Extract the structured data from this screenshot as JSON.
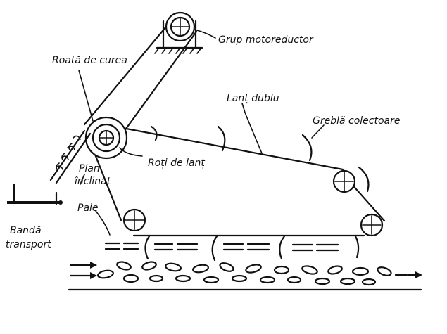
{
  "labels": {
    "motor_group": "Grup motoreductor",
    "belt_wheel": "Roată de curea",
    "double_chain": "Lanț dublu",
    "collector_rake": "Greblă colectoare",
    "chain_wheels": "Roți de lanț",
    "inclined_plane_1": "Plan",
    "inclined_plane_2": "înclinat",
    "straw": "Paie",
    "conveyor_1": "Bandă",
    "conveyor_2": "transport"
  },
  "colors": {
    "ink": "#111111",
    "background": "#ffffff"
  }
}
